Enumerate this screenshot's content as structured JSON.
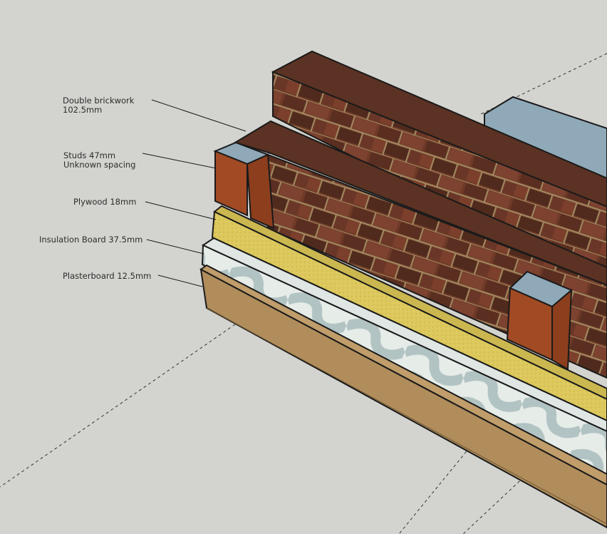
{
  "annotations": {
    "brickwork": {
      "line1": "Double brickwork",
      "line2": "102.5mm"
    },
    "studs": {
      "line1": "Studs 47mm",
      "line2": "Unknown spacing"
    },
    "plywood": {
      "line1": "Plywood 18mm"
    },
    "insulation": {
      "line1": "Insulation Board 37.5mm"
    },
    "plasterboard": {
      "line1": "Plasterboard 12.5mm"
    }
  },
  "colors": {
    "background": "#d3d3cf",
    "brick": "#6e3a27",
    "mortar": "#b2a071",
    "stud": "#a14a24",
    "stud_end": "#8fa9b8",
    "plywood": "#dcc85c",
    "insulation": "#e6ece8",
    "plasterboard": "#b18d5c",
    "outline": "#1a1a1a"
  }
}
